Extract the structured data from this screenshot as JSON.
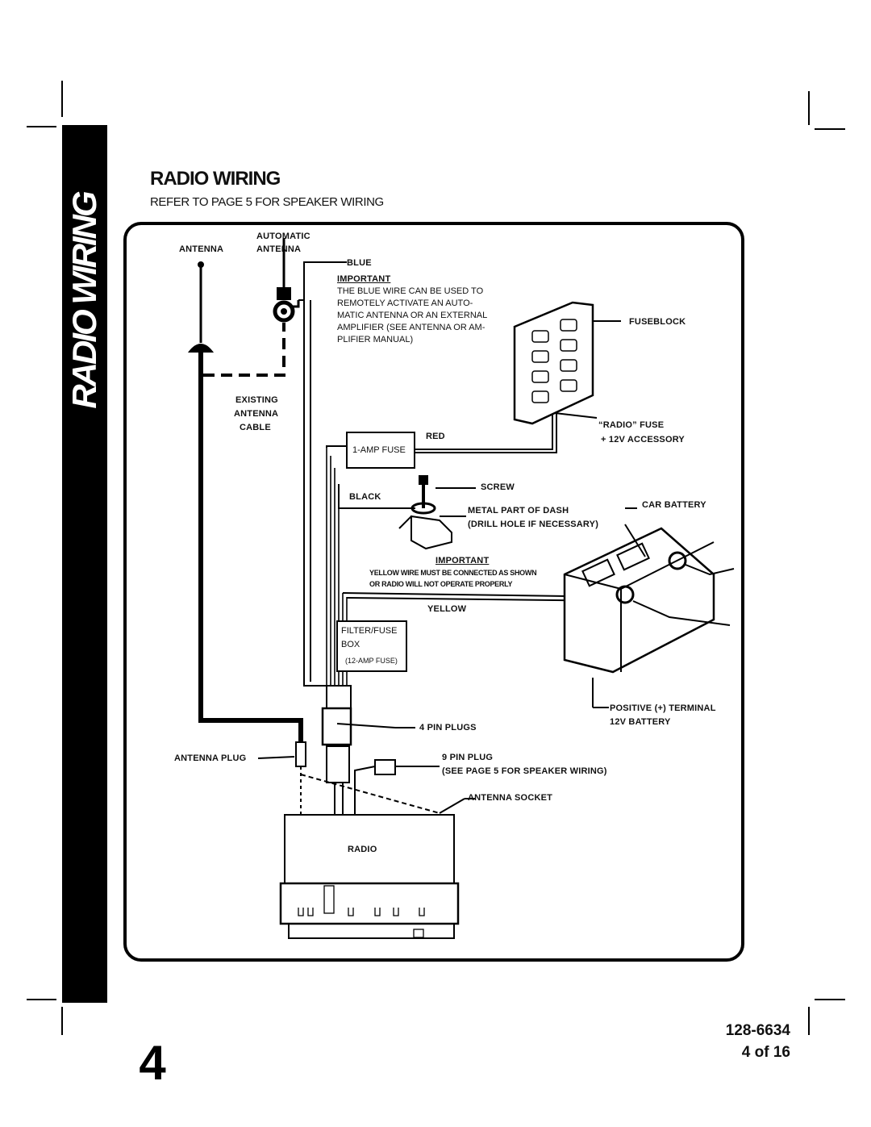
{
  "sidebar": {
    "title": "RADIO WIRING",
    "page_number": "4"
  },
  "header": {
    "title": "RADIO WIRING",
    "subtitle": "REFER TO PAGE 5 FOR SPEAKER WIRING"
  },
  "diagram": {
    "antenna": "ANTENNA",
    "automatic_antenna": [
      "AUTOMATIC",
      "ANTENNA"
    ],
    "blue": "BLUE",
    "important_1": "IMPORTANT",
    "important_1_text": [
      "THE BLUE  WIRE CAN BE USED TO",
      "REMOTELY  ACTIVATE  AN  AUTO-",
      "MATIC ANTENNA OR AN EXTERNAL",
      "AMPLIFIER (SEE ANTENNA OR AM-",
      "PLIFIER MANUAL)"
    ],
    "fuseblock": "FUSEBLOCK",
    "existing_antenna_cable": [
      "EXISTING",
      "ANTENNA",
      "CABLE"
    ],
    "radio_fuse": "“RADIO” FUSE",
    "accessory": "+ 12V ACCESSORY",
    "red": "RED",
    "amp_fuse": "1-AMP  FUSE",
    "screw": "SCREW",
    "black": "BLACK",
    "metal_part": "METAL PART OF DASH",
    "drill_hole": "(DRILL HOLE IF NECESSARY)",
    "car_battery": "CAR BATTERY",
    "important_2": "IMPORTANT",
    "important_2_text": [
      "YELLOW WIRE MUST BE CONNECTED AS SHOWN",
      "OR RADIO WILL NOT OPERATE PROPERLY"
    ],
    "yellow": "YELLOW",
    "filter_box": [
      "FILTER/FUSE",
      "BOX",
      "(12-AMP FUSE)"
    ],
    "positive_terminal": "POSITIVE (+) TERMINAL",
    "battery_12v": "12V BATTERY",
    "four_pin_plugs": "4 PIN PLUGS",
    "antenna_plug": "ANTENNA  PLUG",
    "nine_pin_plug": "9  PIN  PLUG",
    "see_page_5": "(SEE  PAGE  5  FOR  SPEAKER  WIRING)",
    "antenna_socket": "ANTENNA  SOCKET",
    "radio": "RADIO"
  },
  "footer": {
    "doc_number": "128-6634",
    "page_of": "4 of 16"
  }
}
